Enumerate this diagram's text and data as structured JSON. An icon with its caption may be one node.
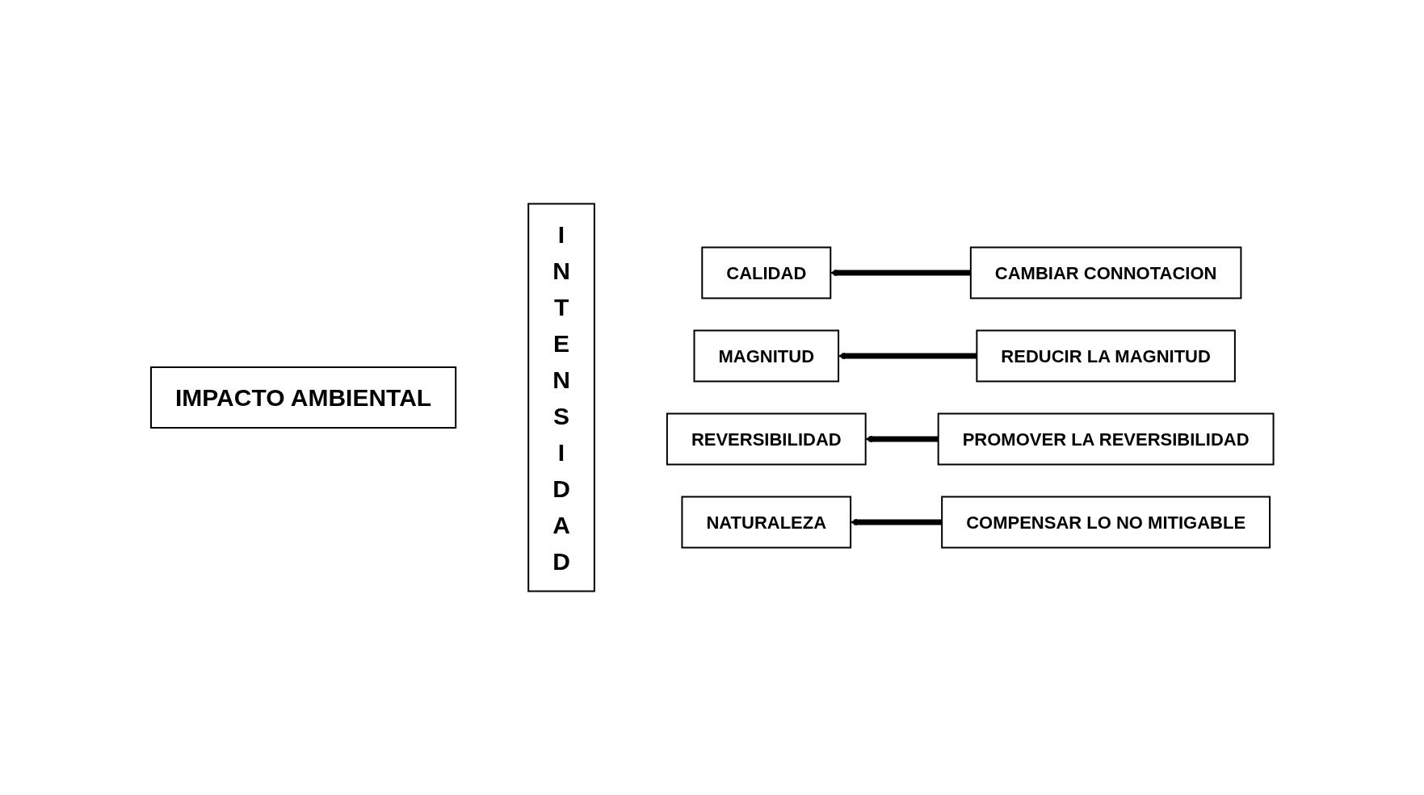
{
  "diagram": {
    "nodes": [
      {
        "text": [
          "IMPACTO AMBIENTAL"
        ]
      },
      {
        "text": [
          "INTENSIDAD"
        ]
      },
      {
        "text": [
          "CALIDAD"
        ]
      },
      {
        "text": [
          "MAGNITUD"
        ]
      },
      {
        "text": [
          "REVERSIBILIDAD"
        ]
      },
      {
        "text": [
          "NATURALEZA"
        ]
      },
      {
        "text": [
          "CAMBIAR CONNOTACION"
        ]
      },
      {
        "text": [
          "REDUCIR LA MAGNITUD"
        ]
      },
      {
        "text": [
          "PROMOVER LA REVERSIBILIDAD"
        ]
      },
      {
        "text": [
          "COMPENSAR LO NO MITIGABLE"
        ]
      }
    ],
    "edges": [
      {
        "from": 6,
        "to": 2,
        "arrow": "to"
      },
      {
        "from": 7,
        "to": 3,
        "arrow": "to"
      },
      {
        "from": 8,
        "to": 4,
        "arrow": "to"
      },
      {
        "from": 9,
        "to": 5,
        "arrow": "to"
      }
    ]
  }
}
